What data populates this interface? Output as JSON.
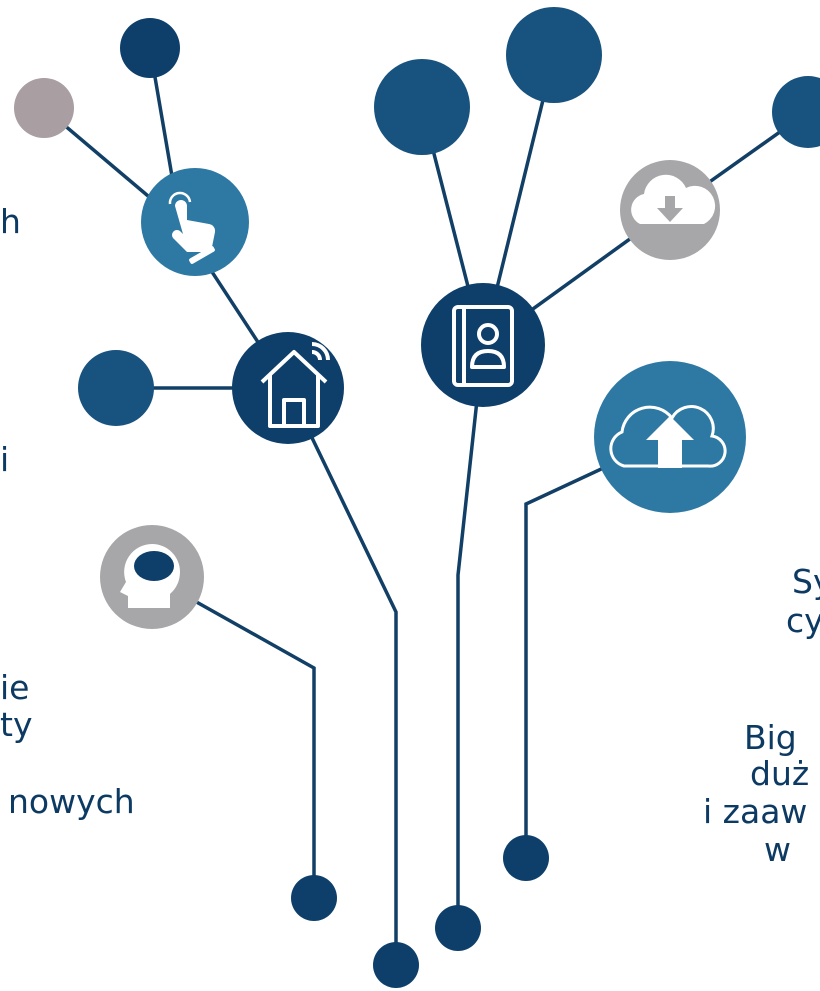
{
  "colors": {
    "navy": "#0e3f6b",
    "line": "#123f66",
    "steel_blue": "#2d79a4",
    "mid_blue": "#18527e",
    "gray": "#a7a7a9",
    "light_gray": "#a99ea2",
    "text": "#0d3a63"
  },
  "icons": {
    "hand": "hand-pointer-icon",
    "home": "smart-home-wifi-icon",
    "contact": "contact-book-icon",
    "cloud_down": "cloud-download-icon",
    "cloud_up": "cloud-upload-icon",
    "head": "head-brain-icon"
  },
  "text_fragments": {
    "left": [
      "h",
      "i",
      "ie",
      "ty",
      "nowych"
    ],
    "right": [
      "Sy",
      "cy",
      "Big",
      "duż",
      "i zaaw",
      "w"
    ]
  }
}
